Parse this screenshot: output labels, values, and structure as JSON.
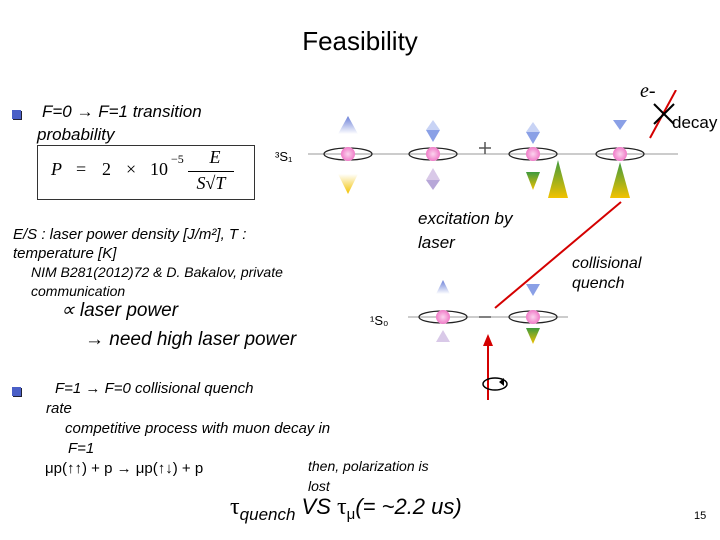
{
  "title": "Feasibility",
  "bullet1": {
    "line1": "F=0 → F=1 transition",
    "line2": "probability"
  },
  "formula": {
    "P": "P",
    "eq": "=",
    "coef": "2",
    "times": "×",
    "ten": "10",
    "exp": "−5",
    "num": "E",
    "den": "S√T"
  },
  "defs": {
    "line1": "E/S  :  laser power density [J/m²],  T :",
    "line2": "temperature [K]",
    "ref1": "NIM B281(2012)72 & D. Bakalov, private",
    "ref2": "communication",
    "prop": "∝ laser power",
    "need": "→ need high laser power"
  },
  "diagram": {
    "electron": "e-",
    "decay": "decay",
    "triplet": "³S₁",
    "singlet": "¹S₀",
    "excitation1": "excitation by",
    "excitation2": "laser",
    "quench1": "collisional",
    "quench2": "quench"
  },
  "bullet2": {
    "line1": "F=1 → F=0 collisional quench",
    "line2": "rate",
    "competitive": "competitive process with muon decay in",
    "f1": "F=1",
    "reaction": "μp(↑↑) + p → μp(↑↓) + p",
    "then1": "then, polarization is",
    "then2": "lost",
    "compare_tau": "τ",
    "compare_quench": "quench",
    "compare_vs": " VS ",
    "compare_tau2": "τ",
    "compare_mu": "μ",
    "compare_value": "(= ~2.2 us)"
  },
  "page_number": "15",
  "colors": {
    "bullet": "#4a5fc7",
    "arrow_blue": "#6a7fd8",
    "arrow_yellow": "#f2c200",
    "arrow_green": "#3e9a3e",
    "line_red": "#d40000",
    "muon": "#f07cc8"
  }
}
